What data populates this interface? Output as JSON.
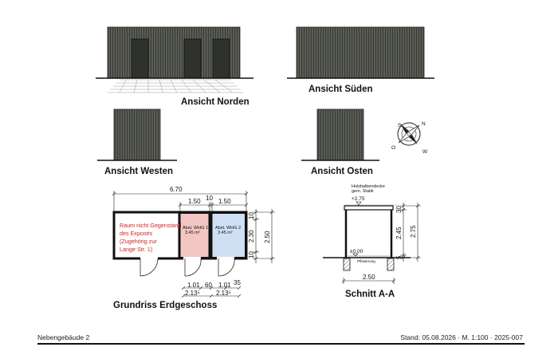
{
  "titles": {
    "north": "Ansicht Norden",
    "south": "Ansicht Süden",
    "west": "Ansicht Westen",
    "east": "Ansicht Osten",
    "floorplan": "Grundriss Erdgeschoss",
    "section": "Schnitt A-A"
  },
  "compass": {
    "n": "N",
    "o": "O",
    "s": "S",
    "w": "W"
  },
  "floorplan": {
    "overall_width": "6.70",
    "room_width_1": "1.50",
    "partition": "10",
    "room_width_2": "1.50",
    "note_lines": [
      "Raum nicht Gegenstand",
      "des Exposés",
      "(Zugehörig zur",
      "Lange Str. 1)"
    ],
    "room1_name": "Abst. WHG 1",
    "room1_area": "3.45 m²",
    "room2_name": "Abst. WHG 2",
    "room2_area": "3.45 m²",
    "height_inner": "2.30",
    "height_top": "10",
    "height_bottom": "10",
    "height_total": "2.50",
    "door_1": "1.01",
    "door_gap": "60",
    "door_2": "1.01",
    "door_right": "35",
    "door_sub_1": "2.13⁵",
    "door_sub_2": "2.13⁵"
  },
  "section": {
    "ceiling_line1": "Holzbalkendecke",
    "ceiling_line2": "gem. Statik",
    "top_level": "+2.75",
    "floor_level": "±0,00",
    "floor_label": "Pflasterung",
    "width": "2.50",
    "dim_top": "30",
    "dim_inner": "2.45",
    "dim_total": "2.75",
    "dim_bottom": "5"
  },
  "footer": {
    "left": "Nebengebäude 2",
    "right": "Stand: 05.08.2026 · M. 1:100 · 2025-007"
  },
  "colors": {
    "wall": "#4d5049",
    "cladding_line": "#3a3c36",
    "room1_fill": "#f2c6c2",
    "room2_fill": "#cfe0f5",
    "note_red": "#d61f1f"
  }
}
